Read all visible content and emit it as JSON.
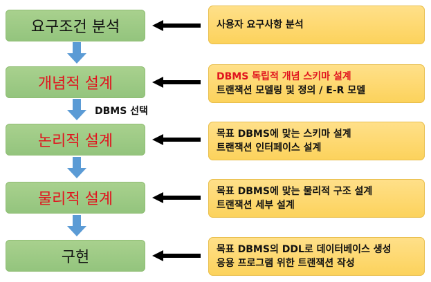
{
  "stages": [
    {
      "label": "요구조건 분석",
      "color": "#111111"
    },
    {
      "label": "개념적 설계",
      "color": "#e0141e"
    },
    {
      "label": "논리적 설계",
      "color": "#e0141e"
    },
    {
      "label": "물리적 설계",
      "color": "#e0141e"
    },
    {
      "label": "구현",
      "color": "#111111"
    }
  ],
  "between_label": "DBMS 선택",
  "notes": [
    {
      "line1": "사용자 요구사항 분석",
      "line2": ""
    },
    {
      "line1": "DBMS 독립적 개념 스키마 설계",
      "line2": "트랜잭션 모델링 및 정의 / E-R 모델"
    },
    {
      "line1": "목표 DBMS에 맞는 스키마 설계",
      "line2": "트랜잭션 인터페이스 설계"
    },
    {
      "line1": "목표 DBMS에 맞는 물리적 구조 설계",
      "line2": "트랜잭션 세부 설계"
    },
    {
      "line1": "목표 DBMS의 DDL로 데이터베이스 생성",
      "line2": "응용 프로그램 위한 트랜잭션 작성"
    }
  ],
  "colors": {
    "stage_fill": "#a9d18e",
    "note_fill": "#ffd966",
    "down_arrow": "#5b9bd5",
    "left_arrow": "#000000",
    "highlight_text": "#e0141e"
  }
}
